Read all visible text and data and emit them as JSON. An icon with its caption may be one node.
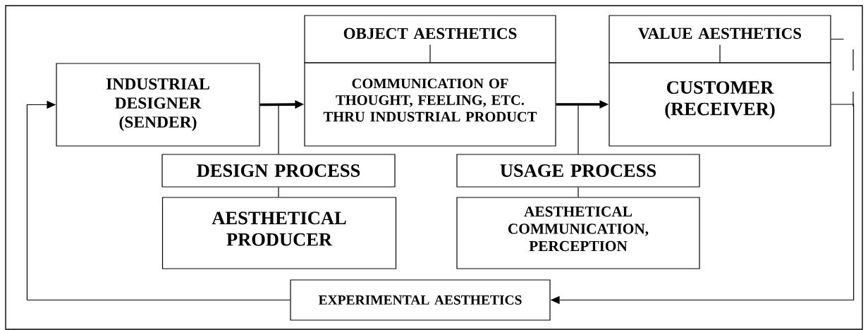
{
  "diagram": {
    "nodes": [
      {
        "text": [
          "INDUSTRIAL DESIGNER (SENDER)"
        ]
      },
      {
        "text": [
          "OBJECT AESTHETICS"
        ]
      },
      {
        "text": [
          "COMMUNICATION OF THOUGHT, FEELING, ETC. THRU INDUSTRIAL PRODUCT"
        ]
      },
      {
        "text": [
          "VALUE AESTHETICS"
        ]
      },
      {
        "text": [
          "CUSTOMER (RECEIVER)"
        ]
      },
      {
        "text": [
          "DESIGN PROCESS"
        ]
      },
      {
        "text": [
          "AESTHETICAL PRODUCER"
        ]
      },
      {
        "text": [
          "USAGE PROCESS"
        ]
      },
      {
        "text": [
          "AESTHETICAL COMMUNICATION, PERCEPTION"
        ]
      },
      {
        "text": [
          "EXPERIMENTAL AESTHETICS"
        ]
      }
    ],
    "edges": [
      {
        "from": 0,
        "to": 2,
        "arrow": "to",
        "style": "thick"
      },
      {
        "from": 0,
        "to": 5,
        "arrow": "none"
      },
      {
        "from": 5,
        "to": 6,
        "arrow": "none"
      },
      {
        "from": 1,
        "to": 2,
        "arrow": "none"
      },
      {
        "from": 2,
        "to": 4,
        "arrow": "to",
        "style": "thick"
      },
      {
        "from": 2,
        "to": 7,
        "arrow": "none"
      },
      {
        "from": 7,
        "to": 8,
        "arrow": "none"
      },
      {
        "from": 3,
        "to": 4,
        "arrow": "none"
      },
      {
        "from": 4,
        "to": 9,
        "arrow": "to"
      },
      {
        "from": 9,
        "to": 0,
        "arrow": "to"
      }
    ]
  }
}
